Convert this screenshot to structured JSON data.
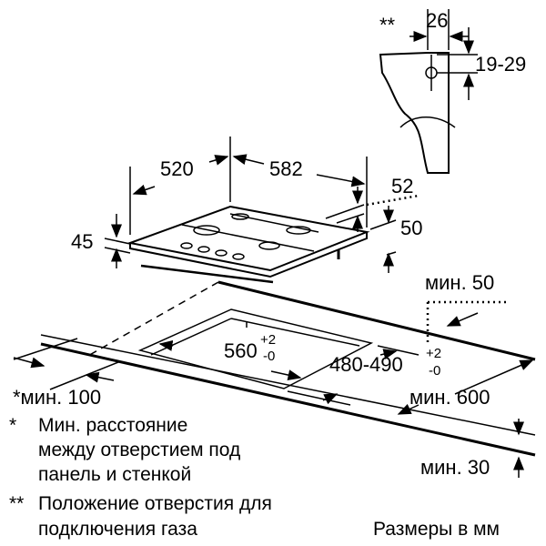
{
  "bracket": {
    "mark": "**",
    "width": "26",
    "height": "19-29"
  },
  "hob": {
    "depth": "520",
    "width": "582",
    "thickness": "45",
    "gas_offset": "52",
    "side_offset": "50"
  },
  "cutout": {
    "width": "560",
    "width_tol_plus": "+2",
    "width_tol_minus": "-0",
    "depth": "480-490",
    "depth_tol_plus": "+2",
    "depth_tol_minus": "-0"
  },
  "countertop": {
    "min_back": "мин. 50",
    "min_wall": "*мин. 100",
    "min_depth": "мин. 600",
    "min_thickness": "мин. 30"
  },
  "notes": {
    "star_mark": "*",
    "star_lines": [
      "Мин. расстояние",
      "между отверстием под",
      "панель и стенкой"
    ],
    "dstar_mark": "**",
    "dstar_lines": [
      "Положение отверстия для",
      "подключения газа"
    ]
  },
  "units": "Размеры в мм",
  "colors": {
    "ink": "#000000",
    "background": "#ffffff"
  }
}
